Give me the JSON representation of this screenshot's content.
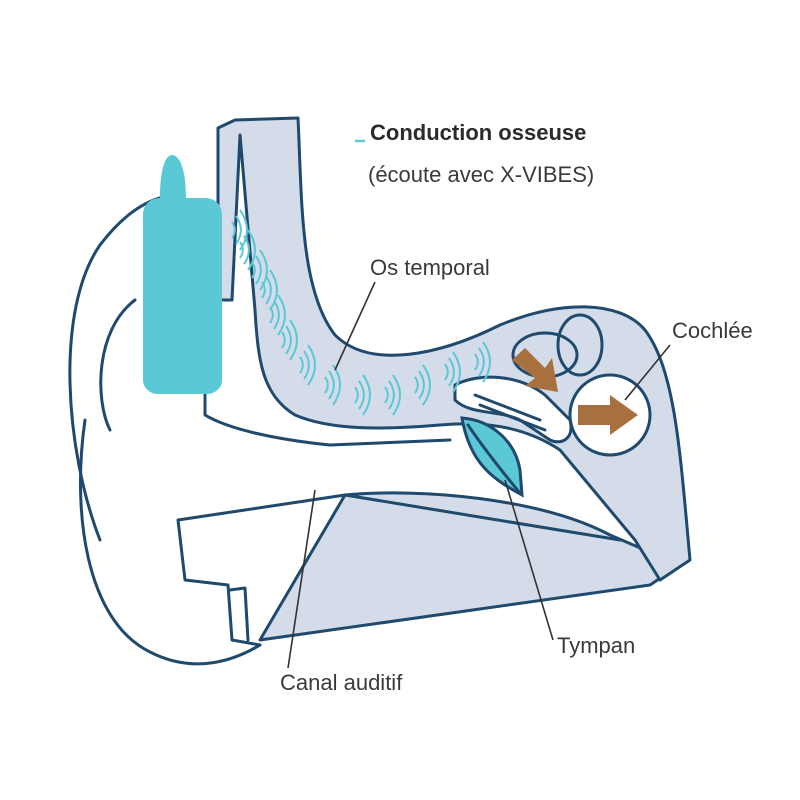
{
  "title": "Conduction osseuse",
  "subtitle": "(écoute avec X-VIBES)",
  "labels": {
    "os_temporal": "Os temporal",
    "cochlee": "Cochlée",
    "tympan": "Tympan",
    "canal": "Canal auditif"
  },
  "colors": {
    "outline": "#1f4a6e",
    "bone_fill": "#d3dce8",
    "device": "#5bc8d6",
    "arrows": "#a8703f"
  }
}
